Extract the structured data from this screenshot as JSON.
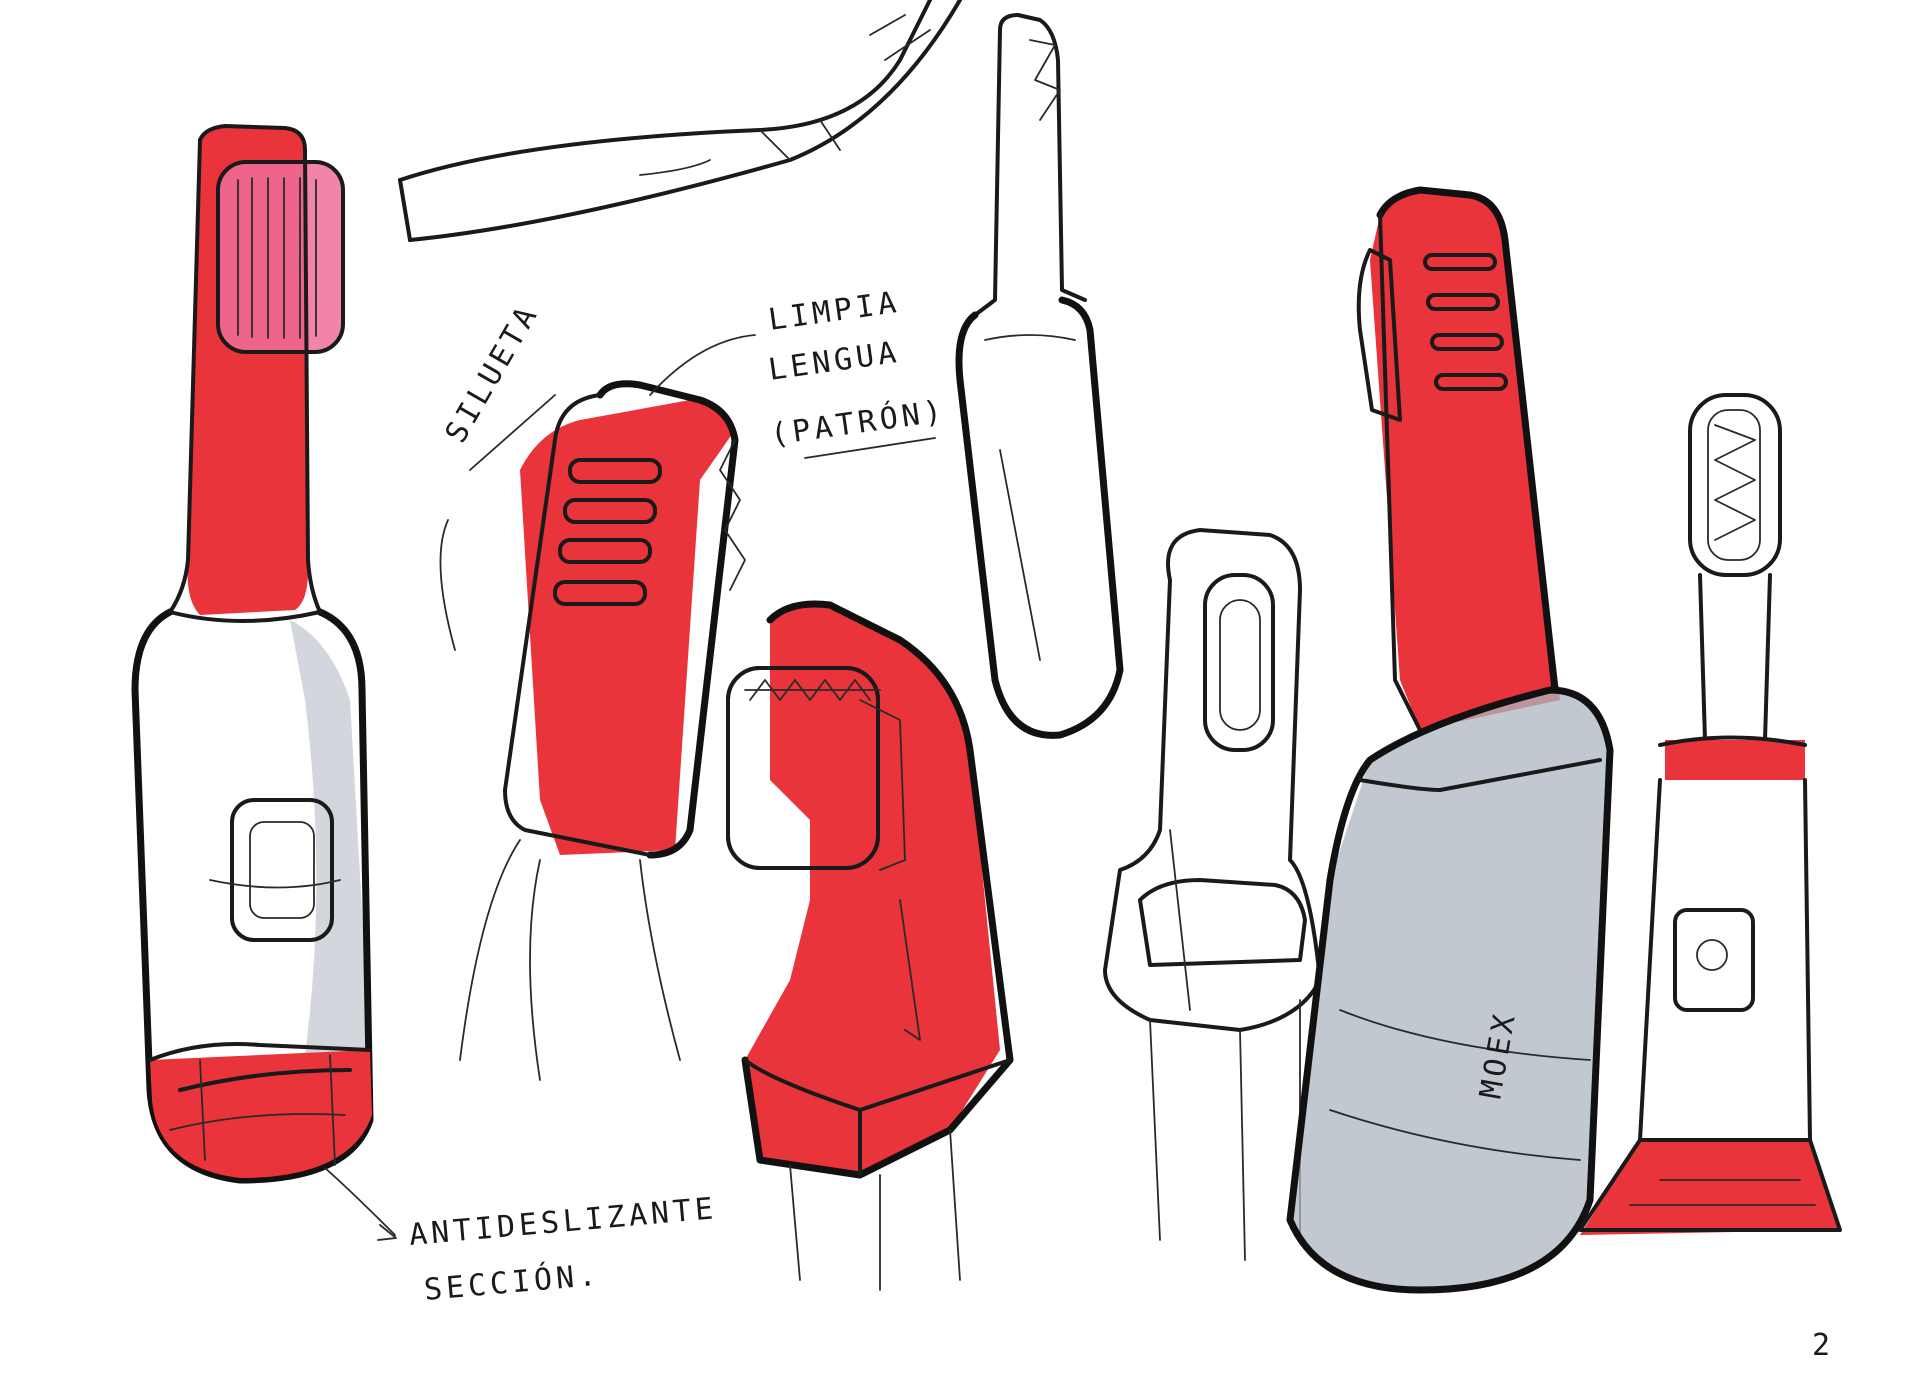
{
  "colors": {
    "paper": "#ffffff",
    "marker_red": "#e8343a",
    "marker_pink": "#ee6f9a",
    "marker_gray": "#aeb5bf",
    "ink": "#1a1a1a"
  },
  "annotations": {
    "silhouette": "SILUETA",
    "tongue_1": "LIMPIA",
    "tongue_2": "LENGUA",
    "tongue_3": "(PATRÓN)",
    "antislip_1": "ANTIDESLIZANTE",
    "antislip_2": "SECCIÓN.",
    "handle_text": "MOEX",
    "corner_mark": "2"
  }
}
